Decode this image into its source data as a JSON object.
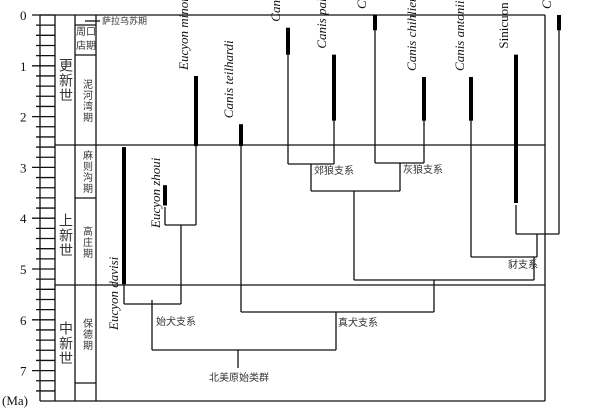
{
  "axis": {
    "unit_label": "(Ma)",
    "min": 0,
    "max": 7.6,
    "major_ticks": [
      0,
      1,
      2,
      3,
      4,
      5,
      6,
      7
    ],
    "minor_step": 0.2
  },
  "epochs": [
    {
      "name": "更新世",
      "start": 0,
      "end": 2.58
    },
    {
      "name": "上新世",
      "start": 2.58,
      "end": 5.33
    },
    {
      "name": "中新世",
      "start": 5.33,
      "end": 7.6
    }
  ],
  "stages": [
    {
      "name": "萨拉乌苏期",
      "start": 0,
      "end": 0.2,
      "label_outside": true
    },
    {
      "name": "周口店期",
      "start": 0.2,
      "end": 0.8
    },
    {
      "name": "泥河湾期",
      "start": 0.8,
      "end": 2.58
    },
    {
      "name": "麻则沟期",
      "start": 2.58,
      "end": 3.6
    },
    {
      "name": "高庄期",
      "start": 3.6,
      "end": 5.33
    },
    {
      "name": "保德期",
      "start": 5.33,
      "end": 7.2
    },
    {
      "name": "",
      "start": 7.2,
      "end": 7.6
    }
  ],
  "taxa": [
    {
      "name": "Eucyon davisi",
      "italic": true,
      "range": [
        2.6,
        5.3
      ]
    },
    {
      "name": "Eucyon zhoui",
      "italic": true,
      "range": [
        3.35,
        3.75
      ]
    },
    {
      "name": "Eucyon minor",
      "italic": true,
      "range": [
        1.2,
        2.58
      ]
    },
    {
      "name": "Canis teilhardi",
      "italic": true,
      "range": [
        2.15,
        2.58
      ]
    },
    {
      "name": "Canis variabilis",
      "italic": true,
      "range": [
        0.25,
        0.78
      ]
    },
    {
      "name": "Canis palmidens",
      "italic": true,
      "range": [
        0.78,
        2.08
      ]
    },
    {
      "name": "Canis lupus",
      "italic": true,
      "range": [
        0,
        0.3
      ]
    },
    {
      "name": "Canis chihliensis",
      "italic": true,
      "range": [
        1.22,
        2.08
      ]
    },
    {
      "name": "Canis antonii",
      "italic": true,
      "range": [
        1.22,
        2.08
      ]
    },
    {
      "name": "Sinicuon complex",
      "italic": false,
      "range": [
        0.78,
        3.7
      ]
    },
    {
      "name": "Cuon alpinus",
      "italic": true,
      "range": [
        0,
        0.3
      ]
    }
  ],
  "clade_labels": {
    "coyote": "郊狼支系",
    "graywolf": "灰狼支系",
    "dhole": "豺支系",
    "eucyon": "始犬支系",
    "canis": "真犬支系",
    "root": "北美原始类群"
  }
}
